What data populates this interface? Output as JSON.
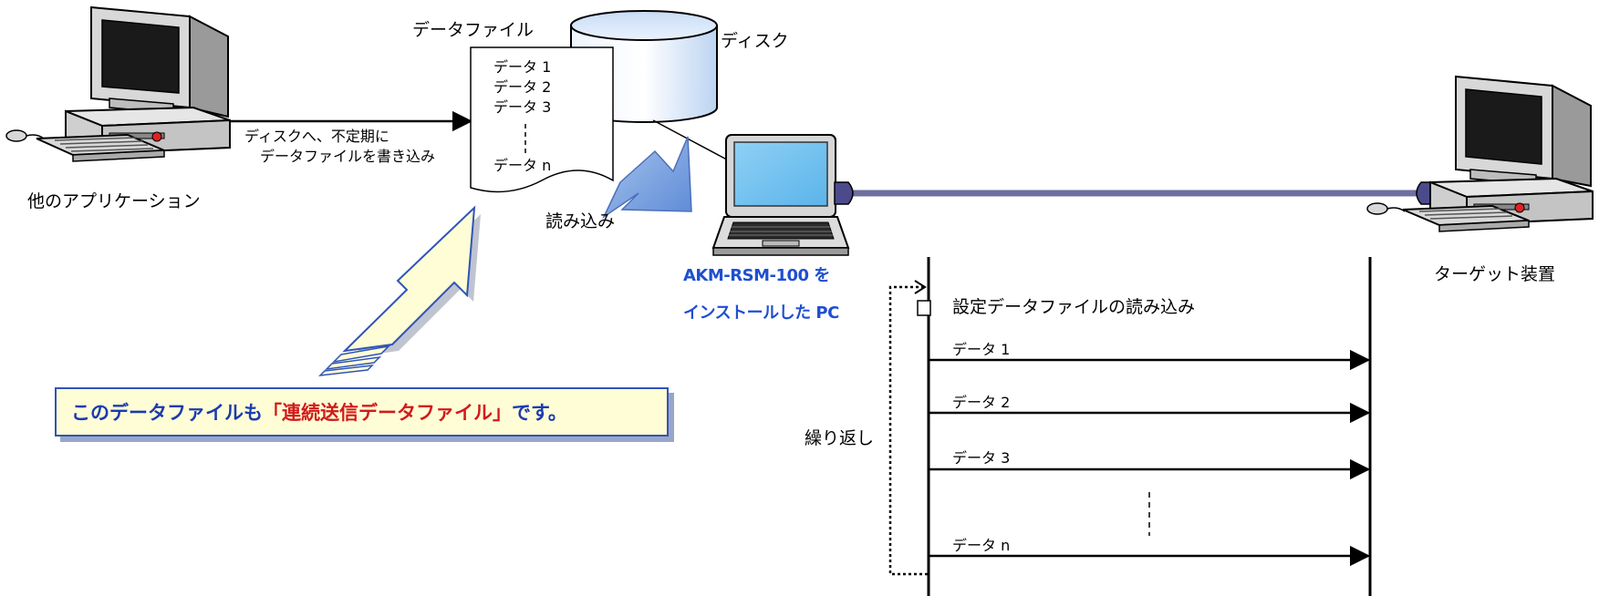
{
  "labels": {
    "other_app": "他のアプリケーション",
    "write_desc_1": "ディスクへ、不定期に",
    "write_desc_2": "データファイルを書き込み",
    "data_file_title": "データファイル",
    "disk": "ディスク",
    "read_in": "読み込み",
    "pc_line1": "AKM-RSM-100 を",
    "pc_line2": "インストールした PC",
    "target": "ターゲット装置",
    "repeat": "繰り返し",
    "settings_read": "設定データファイルの読み込み"
  },
  "file_items": [
    "データ 1",
    "データ 2",
    "データ 3",
    "データ n"
  ],
  "sequence_items": [
    "データ 1",
    "データ 2",
    "データ 3",
    "データ n"
  ],
  "note": {
    "prefix": "このデータファイルも",
    "highlight": "「連続送信データファイル」",
    "suffix": "です。"
  },
  "colors": {
    "blue_text": "#1f4fd0",
    "note_bg": "#fffdd6",
    "note_border": "#2f54b8",
    "cable": "#6d6fa0",
    "highlight_red": "#d21a1a",
    "arrow_blue": "#7fa6e0"
  }
}
